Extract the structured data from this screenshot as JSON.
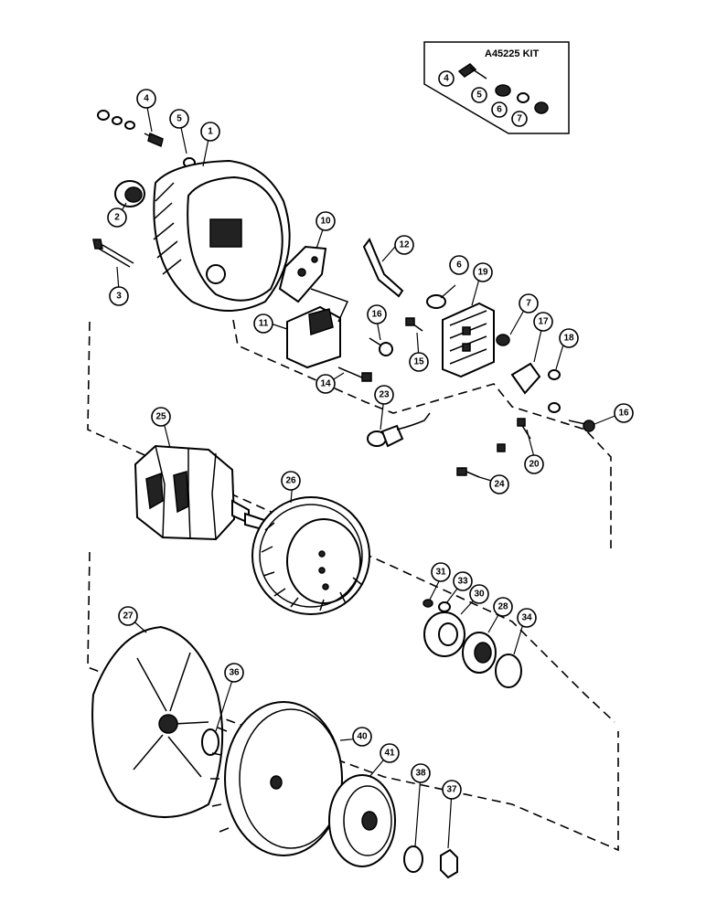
{
  "kit": {
    "title": "A45225 KIT",
    "callouts": [
      "4",
      "5",
      "6",
      "7"
    ]
  },
  "callouts": [
    "1",
    "2",
    "3",
    "4",
    "5",
    "6",
    "7",
    "10",
    "11",
    "12",
    "14",
    "15",
    "16",
    "17",
    "18",
    "19",
    "20",
    "23",
    "24",
    "25",
    "26",
    "27",
    "28",
    "30",
    "31",
    "33",
    "34",
    "36",
    "37",
    "38",
    "40",
    "41"
  ]
}
